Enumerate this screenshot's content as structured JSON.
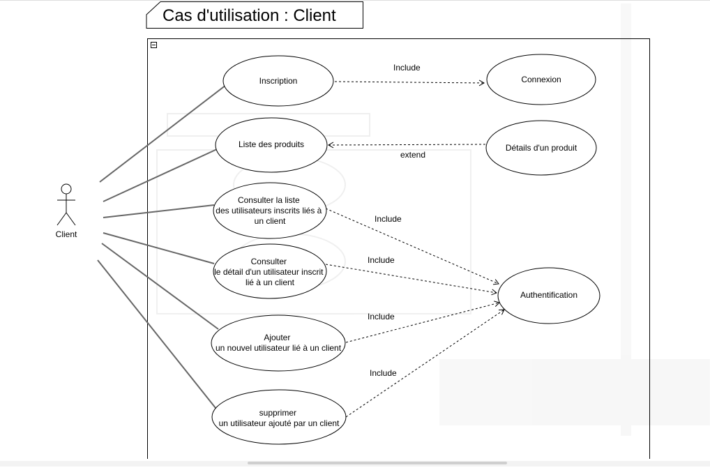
{
  "diagram": {
    "title": "Cas d'utilisation : Client",
    "collapse_symbol": "−",
    "actor": {
      "label": "Client"
    },
    "use_cases": {
      "inscription": [
        "Inscription"
      ],
      "connexion": [
        "Connexion"
      ],
      "liste_produits": [
        "Liste des produits"
      ],
      "details_produit": [
        "Détails d'un produit"
      ],
      "consulter_liste": [
        "Consulter la liste",
        "des utilisateurs inscrits liés à",
        "un client"
      ],
      "consulter_detail": [
        "Consulter",
        "le détail d'un utilisateur inscrit",
        "lié à un client"
      ],
      "ajouter": [
        "Ajouter",
        "un nouvel utilisateur lié à un client"
      ],
      "supprimer": [
        "supprimer",
        "un utilisateur ajouté par un client"
      ],
      "authentification": [
        "Authentification"
      ]
    },
    "relations": {
      "inscription_connexion": "Include",
      "details_liste": "extend",
      "consulter_liste_auth": "Include",
      "consulter_detail_auth": "Include",
      "ajouter_auth": "Include",
      "supprimer_auth": "Include"
    }
  }
}
